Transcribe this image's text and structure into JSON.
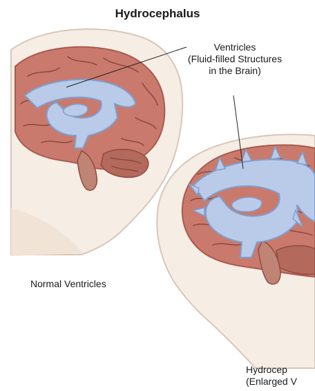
{
  "title": "Hydrocephalus",
  "callout": {
    "line1": "Ventricles",
    "line2": "(Fluid-filled Structures",
    "line3": "in the Brain)"
  },
  "labels": {
    "normal": "Normal Ventricles",
    "hydro_line1": "Hydrocep",
    "hydro_line2": "(Enlarged V"
  },
  "colors": {
    "skin": "#f6ede4",
    "skin_outline": "#d9c7b8",
    "brain": "#c97a6c",
    "brain_dark": "#a85a4e",
    "brain_fold": "#8e4a40",
    "ventricle": "#b9cbe8",
    "ventricle_outline": "#7f9fd0"
  }
}
